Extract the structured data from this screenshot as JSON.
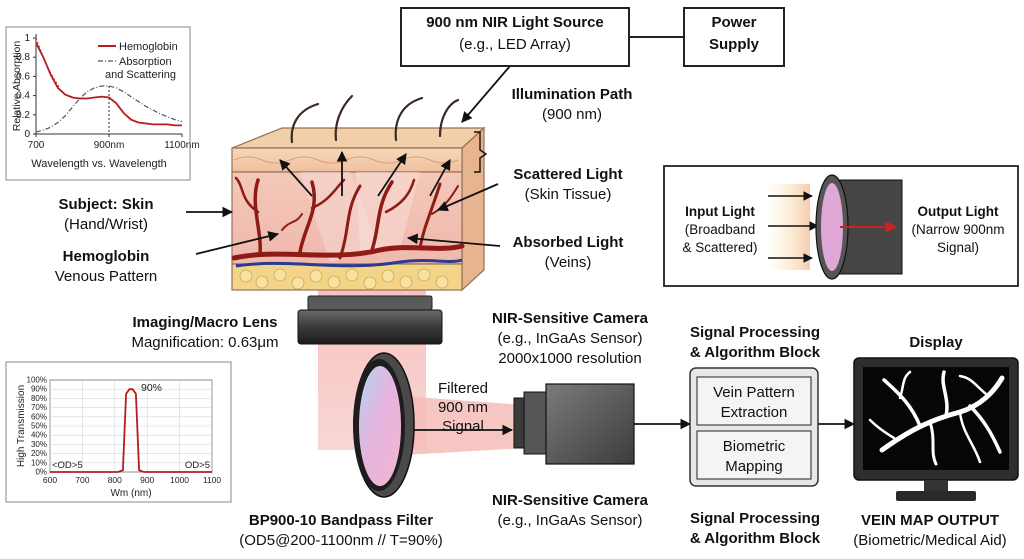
{
  "source": {
    "title": "900 nm NIR Light Source",
    "subtitle": "(e.g., LED Array)"
  },
  "power": {
    "line1": "Power",
    "line2": "Supply"
  },
  "illumination": {
    "title": "Illumination Path",
    "sub": "(900 nm)"
  },
  "scattered": {
    "title": "Scattered Light",
    "sub": "(Skin Tissue)"
  },
  "absorbed": {
    "title": "Absorbed Light",
    "sub": "(Veins)"
  },
  "subject": {
    "title": "Subject: Skin",
    "sub": "(Hand/Wrist)"
  },
  "hemoglobin": {
    "title": "Hemoglobin",
    "sub": "Venous Pattern"
  },
  "lens": {
    "title": "Imaging/Macro Lens",
    "sub": "Magnification: 0.63μm"
  },
  "camera_top": {
    "title": "NIR-Sensitive Camera",
    "sub1": "(e.g., InGaAs Sensor)",
    "sub2": "2000x1000 resolution"
  },
  "camera_bottom": {
    "title": "NIR-Sensitive Camera",
    "sub": "(e.g., InGaAs Sensor)"
  },
  "filtered": {
    "l1": "Filtered",
    "l2": "900 nm",
    "l3": "Signal"
  },
  "filter": {
    "title": "BP900-10 Bandpass Filter",
    "sub": "(OD5@200-1100nm // T=90%)"
  },
  "processing_top": {
    "l1": "Signal Processing",
    "l2": "& Algorithm Block"
  },
  "processing_bottom": {
    "l1": "Signal Processing",
    "l2": "& Algorithm Block"
  },
  "processing_blocks": {
    "vein_l1": "Vein Pattern",
    "vein_l2": "Extraction",
    "bio_l1": "Biometric",
    "bio_l2": "Mapping"
  },
  "display": {
    "title": "Display",
    "out_title": "VEIN MAP OUTPUT",
    "out_sub": "(Biometric/Medical Aid)"
  },
  "inset_filter": {
    "input_l1": "Input Light",
    "input_l2": "(Broadband",
    "input_l3": "& Scattered)",
    "output_l1": "Output Light",
    "output_l2": "(Narrow 900nm",
    "output_l3": "Signal)"
  },
  "chart_data": [
    {
      "type": "line",
      "xlabel": "Wavelength vs. Wavelength",
      "ylabel": "Relative Absorption",
      "xlim": [
        700,
        1100
      ],
      "ylim": [
        0,
        1
      ],
      "x_ticks": [
        "700",
        "900nm",
        "1100nm"
      ],
      "y_ticks": [
        "0",
        "0.2",
        "0.4",
        "0.6",
        "0.8",
        "1"
      ],
      "legend": [
        "Hemoglobin",
        "Absorption",
        "and Scattering"
      ],
      "legend_position": "top-right",
      "annotation_x": 900,
      "series": [
        {
          "name": "Hemoglobin",
          "color": "#b81c1c",
          "x": [
            700,
            720,
            740,
            760,
            780,
            800,
            820,
            840,
            860,
            880,
            900,
            920,
            940,
            960,
            980,
            1000,
            1020,
            1040,
            1060,
            1080,
            1100
          ],
          "y": [
            0.95,
            0.8,
            0.62,
            0.48,
            0.41,
            0.38,
            0.37,
            0.37,
            0.38,
            0.39,
            0.38,
            0.32,
            0.22,
            0.15,
            0.12,
            0.11,
            0.1,
            0.1,
            0.1,
            0.09,
            0.09
          ]
        },
        {
          "name": "Absorption and Scattering",
          "color": "#555555",
          "x": [
            700,
            720,
            740,
            760,
            780,
            800,
            820,
            840,
            860,
            880,
            900,
            920,
            940,
            960,
            980,
            1000,
            1020,
            1040,
            1060,
            1080,
            1100
          ],
          "y": [
            0.02,
            0.04,
            0.07,
            0.12,
            0.19,
            0.28,
            0.37,
            0.44,
            0.48,
            0.5,
            0.5,
            0.48,
            0.44,
            0.39,
            0.34,
            0.29,
            0.25,
            0.21,
            0.18,
            0.15,
            0.13
          ]
        }
      ]
    },
    {
      "type": "line",
      "xlabel": "Wm (nm)",
      "ylabel": "High Transmission",
      "xlim": [
        600,
        1100
      ],
      "ylim": [
        0,
        100
      ],
      "x_ticks": [
        "600",
        "700",
        "800",
        "900",
        "1000",
        "1100"
      ],
      "y_ticks": [
        "0%",
        "10%",
        "20%",
        "30%",
        "40%",
        "50%",
        "60%",
        "70%",
        "80%",
        "90%",
        "100%"
      ],
      "annotations": [
        "90%",
        "<OD>5",
        "OD>5"
      ],
      "series": [
        {
          "name": "Transmission",
          "color": "#b81c1c",
          "x": [
            600,
            780,
            810,
            825,
            835,
            845,
            855,
            865,
            875,
            890,
            920,
            1100
          ],
          "y": [
            0,
            0,
            0,
            2,
            85,
            90,
            90,
            85,
            2,
            0,
            0,
            0
          ]
        }
      ]
    }
  ]
}
